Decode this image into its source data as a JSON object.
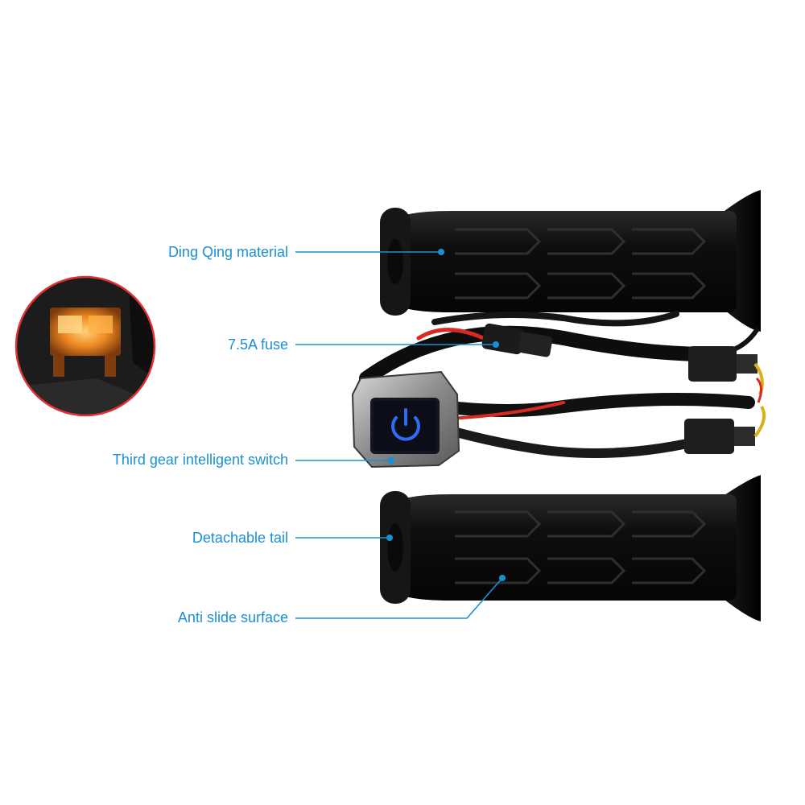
{
  "colors": {
    "callout": "#1b8fd6",
    "grip_body": "#111111",
    "fuse_body": "#d9822b",
    "fuse_glow": "#f2a33c",
    "inset_ring": "#e03232",
    "switch_icon": "#2e6cf0",
    "wire_red": "#e0302a"
  },
  "callouts": {
    "material": "Ding Qing material",
    "fuse": "7.5A fuse",
    "switch": "Third gear intelligent switch",
    "tail": "Detachable tail",
    "surface": "Anti slide surface"
  },
  "icons": {
    "switch": "power-icon"
  }
}
